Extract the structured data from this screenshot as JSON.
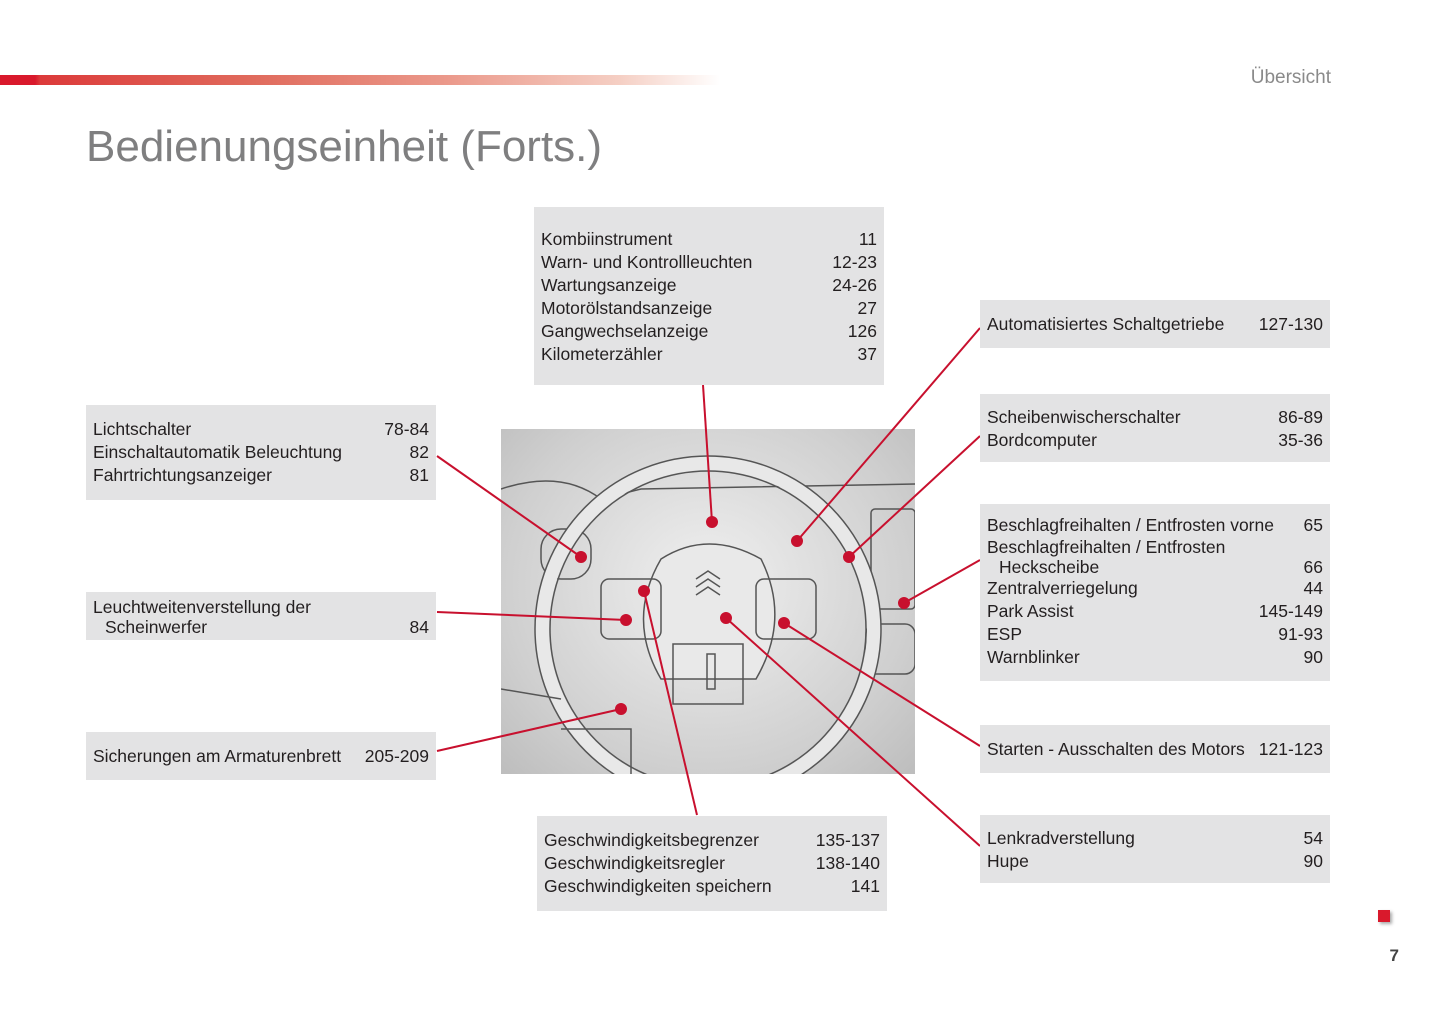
{
  "header": {
    "section": "Übersicht",
    "title": "Bedienungseinheit (Forts.)"
  },
  "boxes": {
    "kombi": [
      [
        "Kombiinstrument",
        "11"
      ],
      [
        "Warn- und Kontrollleuchten",
        "12-23"
      ],
      [
        "Wartungsanzeige",
        "24-26"
      ],
      [
        "Motorölstandsanzeige",
        "27"
      ],
      [
        "Gangwechselanzeige",
        "126"
      ],
      [
        "Kilometerzähler",
        "37"
      ]
    ],
    "licht": [
      [
        "Lichtschalter",
        "78-84"
      ],
      [
        "Einschaltautomatik Beleuchtung",
        "82"
      ],
      [
        "Fahrtrichtungsanzeiger",
        "81"
      ]
    ],
    "leucht": {
      "line1": "Leuchtweitenverstellung der",
      "line2": "Scheinwerfer",
      "page": "84"
    },
    "sicherungen": [
      [
        "Sicherungen am Armaturenbrett",
        "205-209"
      ]
    ],
    "geschw": [
      [
        "Geschwindigkeitsbegrenzer",
        "135-137"
      ],
      [
        "Geschwindigkeitsregler",
        "138-140"
      ],
      [
        "Geschwindigkeiten speichern",
        "141"
      ]
    ],
    "auto": [
      [
        "Automatisiertes Schaltgetriebe",
        "127-130"
      ]
    ],
    "scheiben": [
      [
        "Scheibenwischerschalter",
        "86-89"
      ],
      [
        "Bordcomputer",
        "35-36"
      ]
    ],
    "beschlag": {
      "r1": [
        "Beschlagfreihalten / Entfrosten vorne",
        "65"
      ],
      "r2a": "Beschlagfreihalten / Entfrosten",
      "r2b": "Heckscheibe",
      "r2p": "66",
      "rest": [
        [
          "Zentralverriegelung",
          "44"
        ],
        [
          "Park Assist",
          "145-149"
        ],
        [
          "ESP",
          "91-93"
        ],
        [
          "Warnblinker",
          "90"
        ]
      ]
    },
    "starten": [
      [
        "Starten - Ausschalten des Motors",
        "121-123"
      ]
    ],
    "lenkrad": [
      [
        "Lenkradverstellung",
        "54"
      ],
      [
        "Hupe",
        "90"
      ]
    ]
  },
  "footer": {
    "page": "7"
  },
  "colors": {
    "accent": "#d9192c",
    "box": "#e3e3e4"
  }
}
